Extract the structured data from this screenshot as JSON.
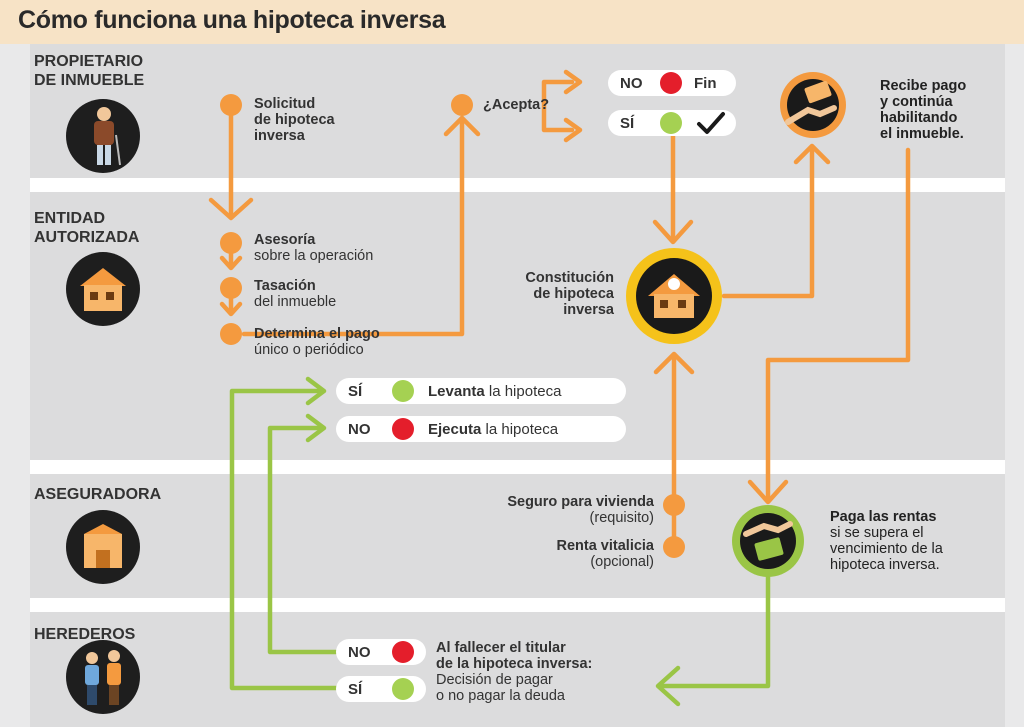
{
  "title": "Cómo funciona una hipoteca inversa",
  "lanes": [
    {
      "label": "PROPIETARIO\nDE INMUEBLE",
      "icon": "owner-person-icon"
    },
    {
      "label": "ENTIDAD\nAUTORIZADA",
      "icon": "house-icon"
    },
    {
      "label": "ASEGURADORA",
      "icon": "building-icon"
    },
    {
      "label": "HEREDEROS",
      "icon": "heirs-people-icon"
    }
  ],
  "owner": {
    "solicitud": [
      "Solicitud",
      "de hipoteca",
      "inversa"
    ],
    "acepta": "¿Acepta?",
    "no_label": "NO",
    "no_result": "Fin",
    "si_label": "SÍ",
    "recibe": [
      "Recibe pago",
      "y continúa",
      "habilitando",
      "el inmueble."
    ]
  },
  "entity": {
    "asesoria_bold": "Asesoría",
    "asesoria_rest": "sobre la operación",
    "tasacion_bold": "Tasación",
    "tasacion_rest": "del inmueble",
    "determina_bold": "Determina el pago",
    "determina_rest": "único o periódico",
    "constitucion": [
      "Constitución",
      "de hipoteca",
      "inversa"
    ]
  },
  "outcomes": {
    "si_label": "SÍ",
    "si_bold": "Levanta",
    "si_rest": " la hipoteca",
    "no_label": "NO",
    "no_bold": "Ejecuta",
    "no_rest": " la hipoteca"
  },
  "insurer": {
    "seguro_bold": "Seguro para vivienda",
    "seguro_rest": "(requisito)",
    "renta_bold": "Renta vitalicia",
    "renta_rest": "(opcional)",
    "paga_bold": "Paga las rentas",
    "paga_rest": [
      "si se supera el",
      "vencimiento de la",
      "hipoteca inversa."
    ]
  },
  "heirs": {
    "no_label": "NO",
    "si_label": "SÍ",
    "al_fallecer_bold": [
      "Al fallecer el titular",
      "de la hipoteca inversa:"
    ],
    "al_fallecer_rest": [
      "Decisión de pagar",
      "o no pagar la deuda"
    ]
  },
  "colors": {
    "orange": "#f49a3f",
    "green": "#9ac546",
    "red": "#e41e2b",
    "header": "#f7e3c6",
    "band": "#dcdcdd"
  }
}
